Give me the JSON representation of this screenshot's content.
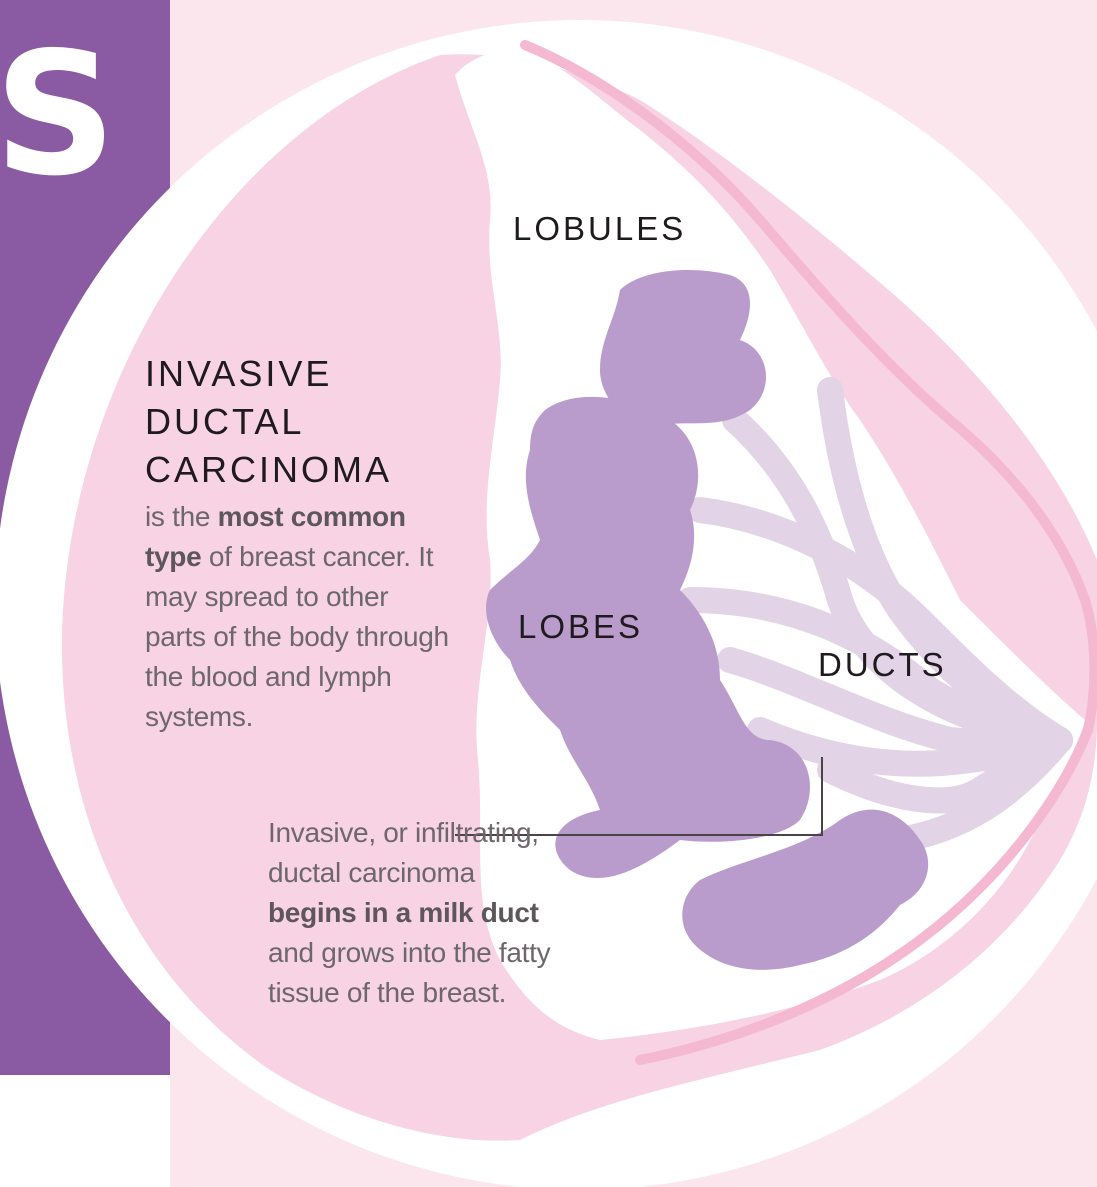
{
  "header": {
    "title_letter": "S"
  },
  "labels": {
    "lobules": "LOBULES",
    "lobes": "LOBES",
    "ducts": "DUCTS"
  },
  "title": [
    "INVASIVE",
    "DUCTAL",
    "CARCINOMA"
  ],
  "description": {
    "intro": "is the ",
    "bold1": "most common type",
    "rest": " of breast cancer. It may spread to other parts of the body through the blood and lymph systems."
  },
  "callout": {
    "intro": "Invasive, or infiltrating, ductal carcinoma ",
    "bold": "begins in a milk duct",
    "rest": " and grows into the fatty tissue of the breast."
  },
  "colors": {
    "sidebar_purple": "#8a5aa3",
    "breast_pink": "#f7d3e3",
    "background_pink": "#fbe6ee",
    "outline_pink": "#f4b8d0",
    "lobe_purple": "#b99ccb",
    "duct_lilac": "#e2d3e6",
    "text_dark": "#1f1a1e",
    "text_gray": "#6d676b"
  }
}
